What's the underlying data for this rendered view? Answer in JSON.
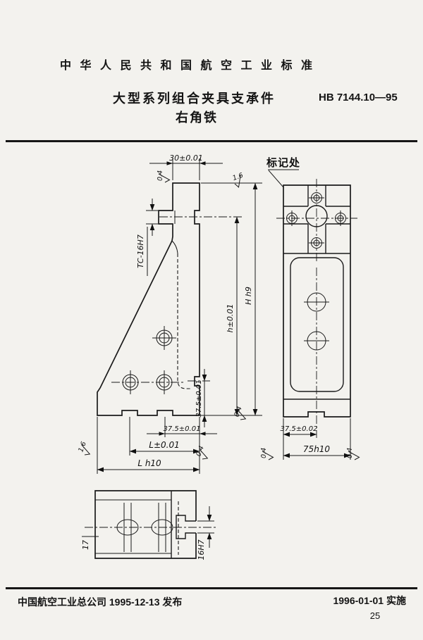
{
  "header": {
    "standard_title": "中华人民共和国航空工业标准",
    "doc_title_line1": "大型系列组合夹具支承件",
    "doc_title_line2": "右角铁",
    "standard_no": "HB 7144.10—95"
  },
  "drawing": {
    "marking_note": "标记处",
    "side_view": {
      "top_width": "30±0.01",
      "slot_spec": "TC-16H7",
      "height_to_slot": "h±0.01",
      "height_overall": "H h9",
      "slot_to_base": "37.5±0.01",
      "base_slot_span": "37.5±0.01",
      "length_partial": "L±0.01",
      "length_overall": "L h10"
    },
    "front_view": {
      "slot_offset": "37.5±0.02",
      "width_overall": "75h10"
    },
    "top_view": {
      "side_dim": "17",
      "slot_width": "16H7"
    },
    "roughness": {
      "fine": "0.4",
      "medium": "1.6"
    }
  },
  "footer": {
    "publisher_line": "中国航空工业总公司 1995-12-13 发布",
    "implementation_line": "1996-01-01 实施",
    "page_number": "25"
  }
}
